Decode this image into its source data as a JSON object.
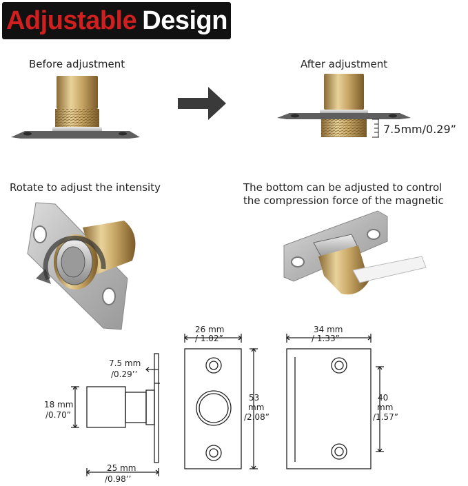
{
  "banner": {
    "title_red": "Adjustable",
    "title_white": "Design"
  },
  "captions": {
    "before": "Before adjustment",
    "after": "After adjustment",
    "rotate": "Rotate to adjust the intensity",
    "bottom_line1": "The bottom can be adjusted to control",
    "bottom_line2": "the compression force of the magnetic"
  },
  "adjust_measure": "7.5mm/0.29”",
  "dimensions": {
    "side_top_mm": "7.5 mm",
    "side_top_in": "/0.29’’",
    "side_height_mm": "18  mm",
    "side_height_in": "/0.70”",
    "side_length_mm": "25 mm",
    "side_length_in": "/0.98’’",
    "plate1_width_mm": "26  mm",
    "plate1_width_in": "/ 1.02”",
    "plate1_height_a": "53",
    "plate1_height_b": "mm",
    "plate1_height_in": "/2.08”",
    "plate2_width_mm": "34  mm",
    "plate2_width_in": "/ 1.33”",
    "plate2_height_mm": "40",
    "plate2_height_b": "mm",
    "plate2_height_in": "/1.57”"
  },
  "colors": {
    "brass": "#c9a867",
    "steel": "#c8c8c8",
    "banner_red": "#d01f1f"
  }
}
